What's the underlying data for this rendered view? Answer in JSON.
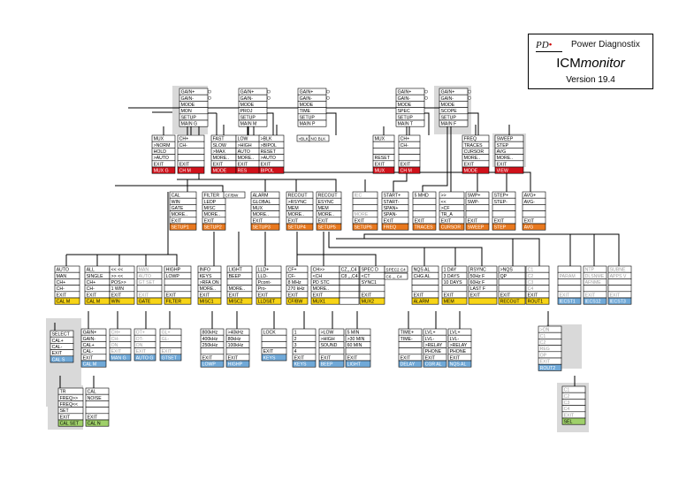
{
  "header": {
    "logo": "PD",
    "brand": "Power Diagnostix",
    "title_prefix": "ICM",
    "title_suffix": "monitor",
    "version": "Version 19.4"
  },
  "colors": {
    "red": "#d0121b",
    "orange": "#e8781e",
    "yellow": "#f7d417",
    "blue": "#70a9d8",
    "green": "#9fd06a",
    "grey_bg": "#d9d9d9",
    "grey_text": "#9b9b9b"
  },
  "menus": [
    {
      "id": "top1",
      "items": [
        "GAIN+",
        "GAIN-",
        "MODE",
        "MON",
        "SETUP",
        "MAIN G"
      ],
      "hl": "",
      "radio": [
        0,
        1
      ]
    },
    {
      "id": "top2",
      "items": [
        "GAIN+",
        "GAIN-",
        "MODE",
        "PROJ",
        "SETUP",
        "MAIN M"
      ],
      "hl": "",
      "radio": [
        0,
        1
      ]
    },
    {
      "id": "top3",
      "items": [
        "GAIN+",
        "GAIN-",
        "MODE",
        "TIME",
        "SETUP",
        "MAIN P"
      ],
      "hl": "",
      "radio": [
        0,
        1
      ]
    },
    {
      "id": "top4",
      "items": [
        "GAIN+",
        "GAIN-",
        "MODE",
        "SPEC",
        "SETUP",
        "MAIN T"
      ],
      "hl": "",
      "radio": [
        0,
        1
      ]
    },
    {
      "id": "top5",
      "items": [
        "GAIN+",
        "GAIN-",
        "MODE",
        "SCOPE",
        "SETUP",
        "MAIN F"
      ],
      "hl": "",
      "radio": [
        0,
        1
      ]
    },
    {
      "id": "r1",
      "items": [
        "MUX",
        ">NORM",
        "HOLD",
        ">AUTO",
        "EXIT",
        "MUX G"
      ],
      "hl": "red"
    },
    {
      "id": "r2",
      "items": [
        "CH+",
        "CH-",
        "",
        "",
        "EXIT",
        "CH M"
      ],
      "hl": "red"
    },
    {
      "id": "r3",
      "items": [
        "FAST",
        "SLOW",
        ">MAX",
        "MORE..",
        "EXIT",
        "MODE"
      ],
      "hl": "red"
    },
    {
      "id": "r4",
      "items": [
        "LOW",
        ">HIGH",
        "AUTO",
        "MORE..",
        "EXIT",
        "RES"
      ],
      "hl": "red"
    },
    {
      "id": "r5",
      "items": [
        ">BLK",
        ">BIPOL",
        "RESET",
        ">AUTO",
        "EXIT",
        "BIPOL"
      ],
      "hl": "red"
    },
    {
      "id": "r6",
      "items": [
        "MUX",
        "",
        "",
        "RESET",
        "EXIT",
        "MUX"
      ],
      "hl": "red"
    },
    {
      "id": "r7",
      "items": [
        "CH+",
        "CH-",
        "",
        "",
        "EXIT",
        "CH M"
      ],
      "hl": "red"
    },
    {
      "id": "r8",
      "items": [
        "FREQ",
        "TRACES",
        "CURSOR",
        "MORE..",
        "EXIT",
        "MODE"
      ],
      "hl": "red"
    },
    {
      "id": "r9",
      "items": [
        "SWEEP",
        "STEP",
        "AVG",
        "MORE..",
        "EXIT",
        "VIEW"
      ],
      "hl": "red"
    },
    {
      "id": "o1",
      "items": [
        "CAL",
        "WIN",
        "GATE",
        "MORE..",
        "EXIT",
        "SETUP1"
      ],
      "hl": "orange"
    },
    {
      "id": "o2",
      "items": [
        "FILTER",
        "LEDP",
        "MISC",
        "MORE..",
        "EXIT",
        "SETUP2"
      ],
      "hl": "orange"
    },
    {
      "id": "o3",
      "items": [
        "ALARM",
        "GLOBAL",
        "MUX",
        "MORE..",
        "EXIT",
        "SETUP3"
      ],
      "hl": "orange"
    },
    {
      "id": "o4",
      "items": [
        "RECOUT",
        ">RSYNC",
        "MEM",
        "MORE..",
        "EXIT",
        "SETUP4"
      ],
      "hl": "orange"
    },
    {
      "id": "o5",
      "items": [
        "RECOUT",
        "ESYNC",
        "MEM",
        "MORE..",
        "EXIT",
        "SETUP5"
      ],
      "hl": "orange"
    },
    {
      "id": "o6",
      "items": [
        "IEC",
        "",
        "",
        "MORE",
        "EXIT",
        "SETUP6"
      ],
      "hl": "orange",
      "grey": [
        0,
        3
      ]
    },
    {
      "id": "o7",
      "items": [
        "START+",
        "START-",
        "SPAN+",
        "SPAN-",
        "EXIT",
        "FREQ"
      ],
      "hl": "orange"
    },
    {
      "id": "o8",
      "items": [
        "5 MHD",
        "",
        "",
        "",
        "EXIT",
        "TRACES"
      ],
      "hl": "orange"
    },
    {
      "id": "o9",
      "items": [
        ">>",
        "<<",
        ">CF",
        "TR_A",
        "EXIT",
        "CURSOR"
      ],
      "hl": "orange"
    },
    {
      "id": "o10",
      "items": [
        "SWP+",
        "SWP-",
        "",
        "",
        "EXIT",
        "SWEEP"
      ],
      "hl": "orange"
    },
    {
      "id": "o11",
      "items": [
        "STEP+",
        "STEP-",
        "",
        "",
        "EXIT",
        "STEP"
      ],
      "hl": "orange"
    },
    {
      "id": "o12",
      "items": [
        "AVG+",
        "AVG-",
        "",
        "",
        "EXIT",
        "AVG"
      ],
      "hl": "orange"
    },
    {
      "id": "y1",
      "items": [
        "AUTO",
        "MAN",
        "CH+",
        "CH-",
        "EXIT",
        "CAL M"
      ],
      "hl": "yellow"
    },
    {
      "id": "y2",
      "items": [
        "ALL",
        "SINGLE",
        "CH+",
        "CH-",
        "EXIT",
        "CAL M"
      ],
      "hl": "yellow"
    },
    {
      "id": "y3",
      "items": [
        "<< <<",
        ">> <<",
        "POS>>",
        "1 WIN",
        "EXIT",
        "WIN"
      ],
      "hl": "yellow"
    },
    {
      "id": "y4",
      "items": [
        "MAN",
        "AUTO",
        "GT SET",
        "",
        "EXIT",
        "GATE"
      ],
      "hl": "yellow",
      "grey": [
        0,
        1,
        2,
        4
      ]
    },
    {
      "id": "y5",
      "items": [
        "HIGHP",
        "LOWP",
        "",
        "",
        "EXIT",
        "FILTER"
      ],
      "hl": "yellow"
    },
    {
      "id": "y6",
      "items": [
        "INFO",
        "KEYS",
        ">RFA ON",
        "MORE..",
        "EXIT",
        "MISC1"
      ],
      "hl": "yellow"
    },
    {
      "id": "y7",
      "items": [
        "LIGHT",
        "BEEP",
        "",
        "MORE..",
        "EXIT",
        "MISC2"
      ],
      "hl": "yellow"
    },
    {
      "id": "y8",
      "items": [
        "LLD+",
        "LLD-",
        "Pcont-",
        "Pro-",
        "EXIT",
        "LLDSET"
      ],
      "hl": "yellow"
    },
    {
      "id": "y9",
      "items": [
        "CF+",
        "CF-",
        "8 MHz",
        "270 kHz",
        "EXIT",
        "CF/BW"
      ],
      "hl": "yellow"
    },
    {
      "id": "y10",
      "items": [
        "CH>>",
        "<CH",
        "PD STC",
        "MORE..",
        "EXIT",
        "MUX1"
      ],
      "hl": "yellow"
    },
    {
      "id": "y11",
      "items": [
        "CZ,,,C4",
        "C8 ,,,C4",
        "",
        "",
        "",
        ""
      ],
      "hl": ""
    },
    {
      "id": "y12",
      "items": [
        "SPEC D",
        "<CT",
        "SYNC1",
        "",
        "EXIT",
        "MUX2"
      ],
      "hl": "yellow"
    },
    {
      "id": "y13",
      "items": [
        "NQS AL",
        "CHG AL",
        "",
        "",
        "EXIT",
        "ALARM"
      ],
      "hl": "yellow"
    },
    {
      "id": "y14",
      "items": [
        "1 DAY",
        "3 DAYS",
        "10 DAYS",
        "",
        "EXIT",
        "MEM"
      ],
      "hl": "yellow"
    },
    {
      "id": "y15",
      "items": [
        "RSYNC",
        "50Hz F",
        "60Hz F",
        "LAST F",
        "EXIT",
        ""
      ],
      "hl": "yellow"
    },
    {
      "id": "y16",
      "items": [
        ">NQS",
        "QP",
        "",
        "",
        "EXIT",
        "RECOUT"
      ],
      "hl": "yellow"
    },
    {
      "id": "y17",
      "items": [
        "C1",
        "C2",
        "C3",
        "C4",
        "EXIT",
        "ROUT1"
      ],
      "hl": "yellow",
      "grey": [
        0,
        1,
        2,
        3
      ]
    },
    {
      "id": "y18",
      "items": [
        "",
        "PARAM",
        "",
        "",
        "EXIT",
        "IECST1"
      ],
      "hl": "blue",
      "grey": [
        1,
        4
      ]
    },
    {
      "id": "y19",
      "items": [
        "NTP",
        "DLSNME",
        "AFNME",
        "",
        "EXIT",
        "IECS12"
      ],
      "hl": "blue",
      "grey": [
        0,
        1,
        2,
        4
      ]
    },
    {
      "id": "y20",
      "items": [
        "SUBNE",
        "APPS V",
        "",
        "",
        "EXIT",
        "IECST3"
      ],
      "hl": "blue",
      "grey": [
        0,
        1,
        4
      ]
    },
    {
      "id": "b1",
      "items": [
        "SELECT",
        "CAL+",
        "CAL-",
        "EXIT",
        "CAL S"
      ],
      "hl": "blue"
    },
    {
      "id": "b2",
      "items": [
        "GAIN+",
        "GAIN-",
        "CAL+",
        "CAL-",
        "EXIT",
        "CAL M"
      ],
      "hl": "blue"
    },
    {
      "id": "b3",
      "items": [
        "CH+",
        "CH-",
        "ON",
        "EXIT",
        "MAN G"
      ],
      "hl": "blue",
      "grey": [
        0,
        1,
        2,
        3
      ]
    },
    {
      "id": "b4",
      "items": [
        "OT+",
        "OT-",
        "ON",
        "EXIT",
        "AUTO G"
      ],
      "hl": "blue",
      "grey": [
        0,
        1,
        2,
        3
      ]
    },
    {
      "id": "b5",
      "items": [
        "GL+",
        "GL-",
        "",
        "EXIT",
        "GTSET"
      ],
      "hl": "blue",
      "grey": [
        0,
        1,
        3
      ]
    },
    {
      "id": "b6",
      "items": [
        "800kHz",
        "400kHz",
        "250kHz",
        "",
        "EXIT",
        "LOWP"
      ],
      "hl": "blue"
    },
    {
      "id": "b7",
      "items": [
        ">40kHz",
        "80kHz",
        "100kHz",
        "",
        "EXIT",
        "HIGHP"
      ],
      "hl": "blue"
    },
    {
      "id": "b8",
      "items": [
        "LOCK",
        "",
        "",
        "EXIT",
        "KEYS"
      ],
      "hl": "blue"
    },
    {
      "id": "b9",
      "items": [
        "1",
        "2",
        "3",
        "4",
        "EXIT",
        "KEYS"
      ],
      "hl": "blue"
    },
    {
      "id": "b10",
      "items": [
        ">LOW",
        ">HIGH",
        "SOUND",
        "",
        "EXIT",
        "BEEP"
      ],
      "hl": "blue"
    },
    {
      "id": "b11",
      "items": [
        "5 MIN",
        ">30 MIN",
        "60 MIN",
        "",
        "EXIT",
        "LIGHT"
      ],
      "hl": "blue"
    },
    {
      "id": "b12",
      "items": [
        "TIME+",
        "TIME-",
        "",
        "",
        "EXIT",
        "DELAY"
      ],
      "hl": "blue"
    },
    {
      "id": "b13",
      "items": [
        "LVL+",
        "LVL-",
        ">RELAY",
        "PHONE",
        "EXIT",
        "CGR AL"
      ],
      "hl": "blue"
    },
    {
      "id": "b14",
      "items": [
        "LVL+",
        "LVL-",
        ">RELAY",
        "PHONE",
        "EXIT",
        "NQS AL"
      ],
      "hl": "blue"
    },
    {
      "id": "b15",
      "items": [
        ">ON",
        "C1",
        "C2",
        "REG",
        "OP",
        "EXIT",
        "ROUT2"
      ],
      "hl": "blue",
      "grey": [
        0,
        1,
        2,
        3,
        4,
        5
      ]
    },
    {
      "id": "g1",
      "items": [
        "TR",
        "FREQ>>",
        "FREQ<<",
        "SET",
        "EXIT",
        "CAL SET"
      ],
      "hl": "green"
    },
    {
      "id": "g2",
      "items": [
        "CAL",
        "NOISE",
        "",
        "",
        "EXIT",
        "CAL N"
      ],
      "hl": "green"
    },
    {
      "id": "g3",
      "items": [
        "C1",
        "C2",
        "C3",
        "C4",
        "EXIT",
        "SEL"
      ],
      "hl": "green",
      "grey": [
        0,
        1,
        2,
        3,
        4
      ]
    }
  ],
  "inline_labels": [
    {
      "id": "blk",
      "text": ">BLK"
    },
    {
      "id": "noblk",
      "text": "NO BLK"
    },
    {
      "id": "cfbw",
      "text": "CF/BW"
    },
    {
      "id": "spec1",
      "text": "SPEC2 C4"
    },
    {
      "id": "spec2",
      "text": "C6 ,,, C4"
    }
  ]
}
